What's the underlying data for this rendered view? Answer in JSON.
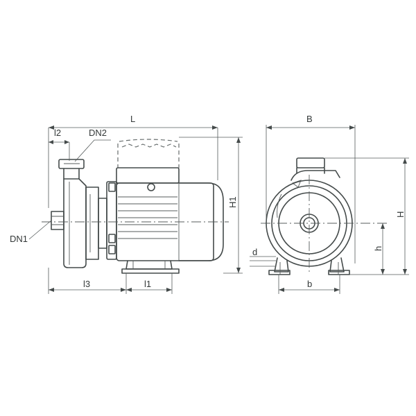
{
  "labels": {
    "L": "L",
    "l2": "l2",
    "DN2": "DN2",
    "DN1": "DN1",
    "H1": "H1",
    "l3": "l3",
    "l1": "l1",
    "B": "B",
    "H": "H",
    "h": "h",
    "d": "d",
    "b": "b"
  }
}
